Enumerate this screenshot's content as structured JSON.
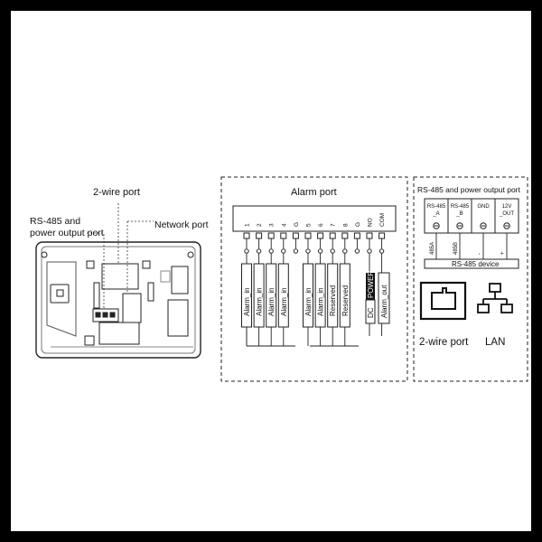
{
  "device_labels": {
    "two_wire_port": "2-wire port",
    "rs485_line1": "RS-485 and",
    "rs485_line2": "power output port",
    "network_port": "Network port"
  },
  "alarm_port": {
    "title": "Alarm port",
    "pins": [
      "1",
      "2",
      "3",
      "4",
      "G",
      "5",
      "6",
      "7",
      "8",
      "G",
      "NO",
      "COM"
    ],
    "boxes": [
      "Alarm_in",
      "Alarm_in",
      "Alarm_in",
      "Alarm_in",
      "Alarm_in",
      "Alarm_in",
      "Reserved",
      "Reserved"
    ],
    "power_label": "POWER",
    "dc_label": "DC",
    "alarm_out_label": "Alarm_out"
  },
  "rs485_panel": {
    "title": "RS-485 and power output port",
    "columns": [
      {
        "line1": "RS-485",
        "line2": "_A"
      },
      {
        "line1": "RS-485",
        "line2": "_B"
      },
      {
        "line1": "GND",
        "line2": ""
      },
      {
        "line1": "12V",
        "line2": "_OUT"
      }
    ],
    "wire_labels": [
      "485A",
      "485B",
      "-",
      "+"
    ],
    "device_label": "RS-485 device",
    "two_wire_label": "2-wire port",
    "lan_label": "LAN"
  }
}
